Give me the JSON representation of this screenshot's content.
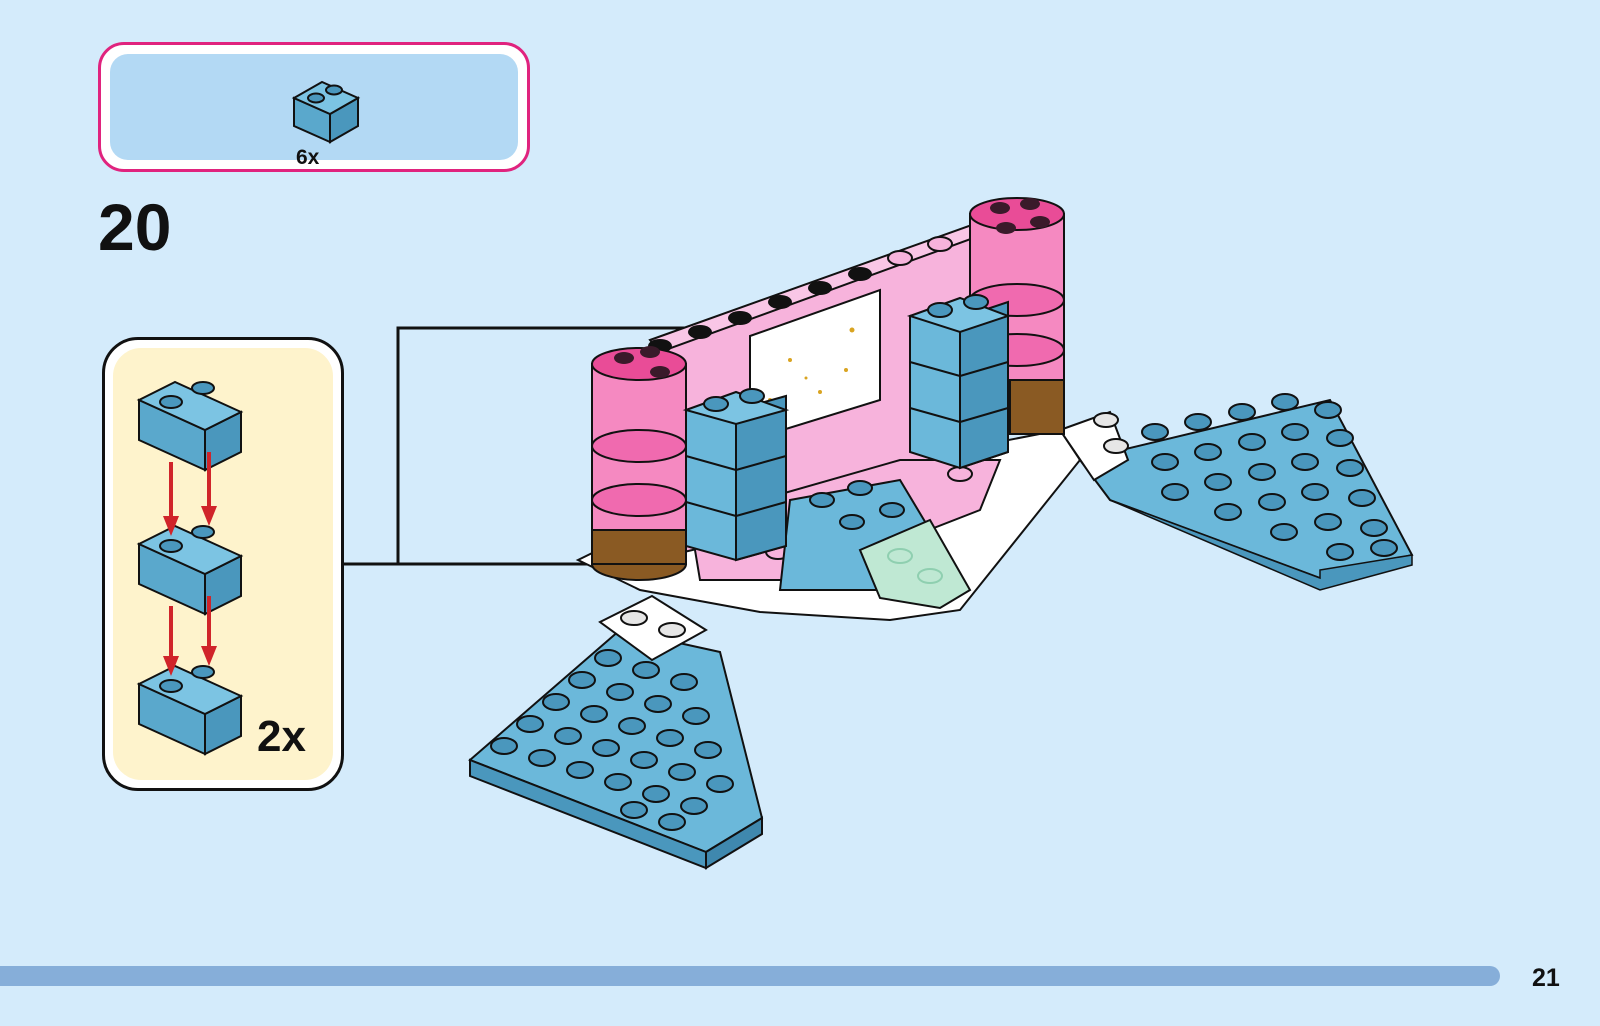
{
  "parts_callout": {
    "qty": "6x",
    "brick_icon": "blue-2x1-brick-icon",
    "brick_color": "#6bb8da",
    "border_color": "#e0237e",
    "fill_color": "#b3d9f4"
  },
  "step": {
    "number": "20"
  },
  "sub_assembly": {
    "qty": "2x",
    "fill_color": "#fef3cc",
    "arrow_color": "#d0242a"
  },
  "colors": {
    "background": "#d4ebfb",
    "brick_blue": "#6bb8da",
    "pink": "#f7b3dc",
    "dark_pink": "#e94c97",
    "trans_green": "#bfe8d3",
    "progress": "#86aed9"
  },
  "page": {
    "number": "21"
  }
}
